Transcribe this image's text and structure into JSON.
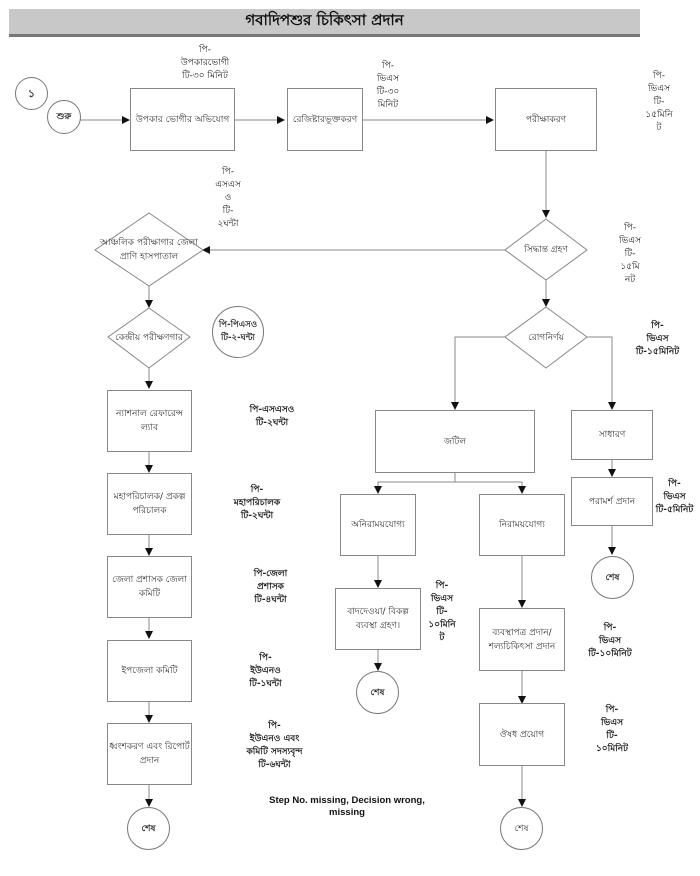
{
  "title": "গবাদিপশুর চিকিৎসা প্রদান",
  "nodes": {
    "step_number": "১",
    "start": "শুরু",
    "complaint": "উপকার ভোগীর অভিযোগ",
    "registration": "রেজিষ্টারভূক্তকরণ",
    "examination": "পরীক্ষাকরণ",
    "decision": "সিদ্ধান্ত গ্রহণ",
    "regional_lab": "আঞ্চলিক পরীক্ষাগার জেলা প্রাণি হাসপাতাল",
    "central_lab": "কেন্দ্রীয় পরীক্ষণগার",
    "national_lab": "ন্যাশনাল রেফারেন্স ল্যাব",
    "director_general": "মহাপরিচালক/ প্রকল্প পরিচালক",
    "district_commissioner": "জেলা প্রশাসক জেলা কমিটি",
    "upazila_committee": "ইপজেলা কমিটি",
    "destruction_report": "ধ্বংশকরণ এবং রিপোর্ট প্রদান",
    "end_left": "শেষ",
    "diagnosis": "রোগনির্ণয়",
    "complex": "জটিল",
    "simple": "সাধারণ",
    "advice": "পরামর্শ প্রদান",
    "end_right": "শেষ",
    "incurable": "অনিরাময়যোগ্য",
    "curable": "নিরাময়যোগ্য",
    "cull_alternative": "বাদদেওয়া/ বিকল্প ব্যবস্থা গ্রহণ।",
    "end_mid": "শেষ",
    "prescription": "ব্যবস্থাপত্র প্রদান/ শল্যচিকিৎসা প্রদান",
    "medication": "ঔষধ প্রয়োগ",
    "end_bottom": "শেষ",
    "central_lab_note_circle": "পি-পিএসও টি-২-ঘন্টা"
  },
  "notes": {
    "complaint": [
      "পি-",
      "উপকারভোগী",
      "টি-৩০ মিনিট"
    ],
    "registration": [
      "পি-",
      "ভিএস",
      "টি-৩০",
      "মিনিট"
    ],
    "examination": [
      "পি-",
      "ভিএস",
      "টি-",
      "১৫মিনি",
      "ট"
    ],
    "regional_lab": [
      "পি-",
      "এসএস",
      "ও",
      "টি-",
      "২ঘন্টা"
    ],
    "decision": [
      "পি-",
      "ভিএস",
      "টি-",
      "১৫মি",
      "নট"
    ],
    "diagnosis": [
      "পি-",
      "ভিএস",
      "টি-১৫মিনিট"
    ],
    "national_lab": [
      "পি-এসএসও",
      "টি-২ঘন্টা"
    ],
    "director_general": [
      "পি-",
      "মহাপরিচালক",
      "টি-২ঘন্টা"
    ],
    "district_commissioner": [
      "পি-জেলা",
      "প্রশাসক",
      "টি-৪ঘন্টা"
    ],
    "upazila_committee": [
      "পি-",
      "ইউএনও",
      "টি-১ঘন্টা"
    ],
    "destruction_report": [
      "পি-",
      "ইউএনও এবং",
      "কমিটি সদস্যবৃন্দ",
      "টি-৬ঘন্টা"
    ],
    "advice": [
      "পি-",
      "ভিএস",
      "টি-৫মিনিট"
    ],
    "cull_alternative": [
      "পি-",
      "ভিএস",
      "টি-",
      "১০মিনি",
      "ট"
    ],
    "prescription": [
      "পি-",
      "ভিএস",
      "টি-১০মিনিট"
    ],
    "medication": [
      "পি-",
      "ভিএস",
      "টি-",
      "১০মিনিট"
    ]
  },
  "remark": [
    "Step No. missing, Decision wrong,",
    "missing"
  ]
}
